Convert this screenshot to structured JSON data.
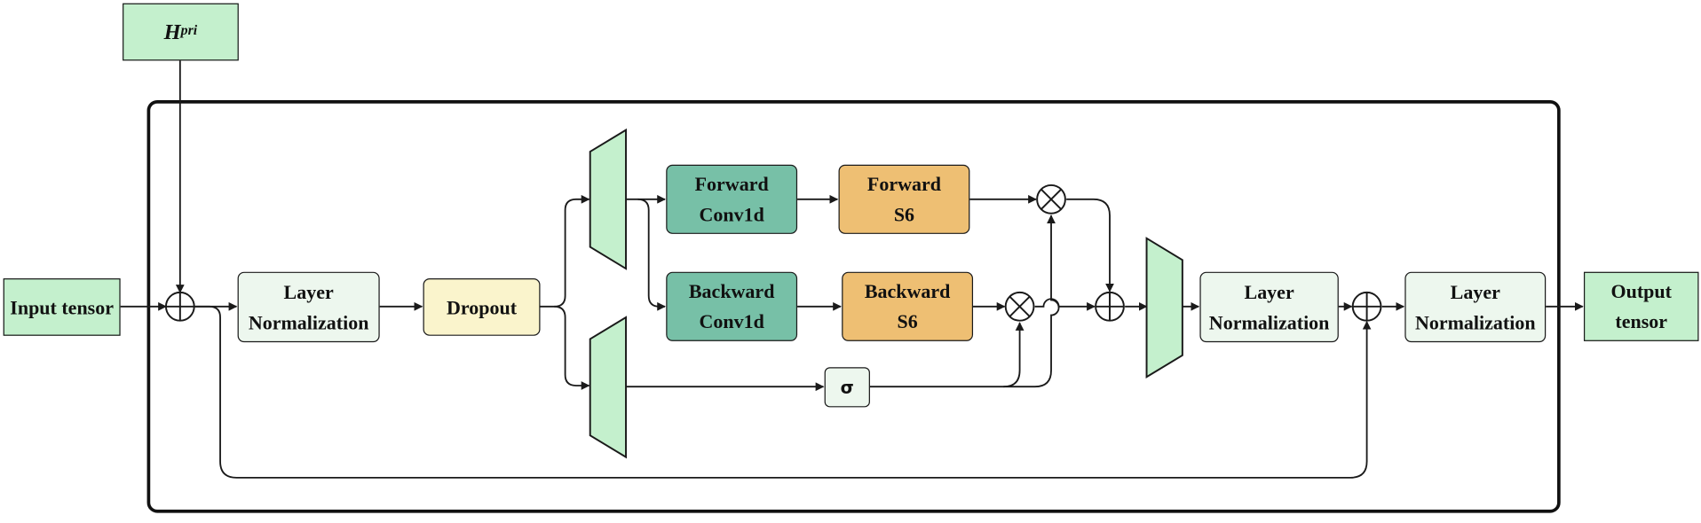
{
  "blocks": {
    "h_pri": {
      "base": "H",
      "sup": "pri"
    },
    "input": "Input tensor",
    "layer_norm_1": "Layer\nNormalization",
    "dropout": "Dropout",
    "forward_conv": "Forward\nConv1d",
    "backward_conv": "Backward\nConv1d",
    "forward_s6": "Forward\nS6",
    "backward_s6": "Backward\nS6",
    "sigma": "σ",
    "layer_norm_2": "Layer\nNormalization",
    "layer_norm_3": "Layer\nNormalization",
    "output": "Output\ntensor"
  },
  "colors": {
    "io_fill": "#c4f0cd",
    "layer_norm_fill": "#edf7ee",
    "dropout_fill": "#faf4cc",
    "conv_fill": "#77c0a7",
    "s6_fill": "#eebf73",
    "projection_fill": "#c4f0cd",
    "line": "#1a1a1a"
  },
  "icons": [
    "plus-circle-icon",
    "times-circle-icon",
    "arrowhead-icon",
    "trapezoid-projection-icon"
  ]
}
